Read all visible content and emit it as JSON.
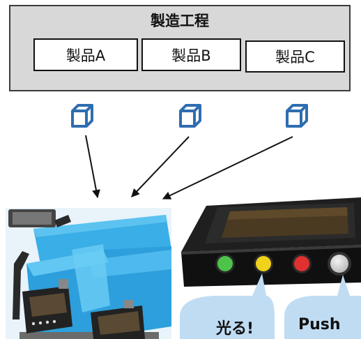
{
  "process": {
    "title": "製造工程",
    "products": [
      "製品A",
      "製品B",
      "製品C"
    ]
  },
  "icons": {
    "cube": "cube-icon",
    "cube_color": "#2f6db0"
  },
  "bubbles": {
    "light_label": "光る!",
    "push_label": "Push",
    "color": "#bfdcf3"
  },
  "device": {
    "leds": [
      {
        "name": "green",
        "color": "#4ec34a"
      },
      {
        "name": "yellow",
        "color": "#f0d21a"
      },
      {
        "name": "red",
        "color": "#e03030"
      },
      {
        "name": "button",
        "color": "#cfcfcf"
      }
    ]
  }
}
